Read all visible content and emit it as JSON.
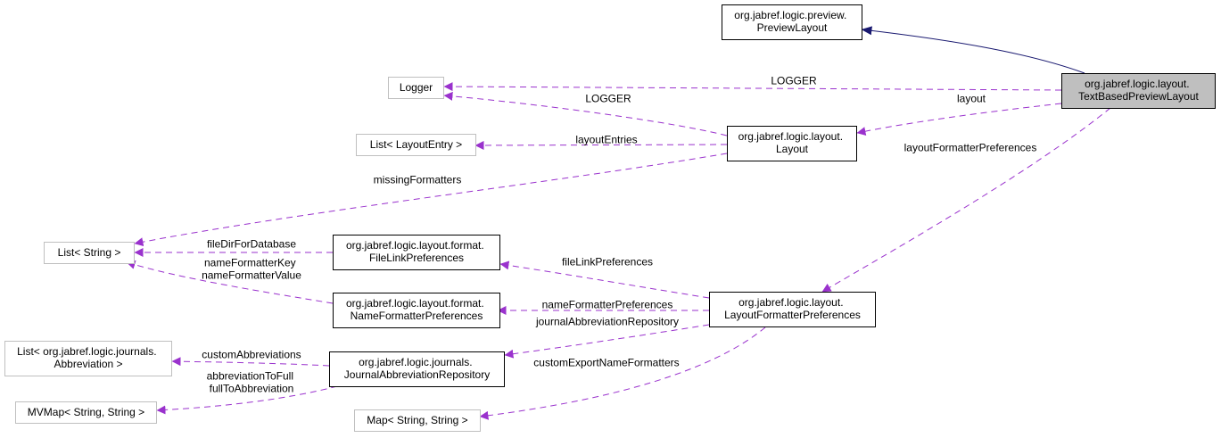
{
  "colors": {
    "dependency": "#9a32cd",
    "inheritance": "#191970",
    "focus_fill": "#bfbfbf",
    "external_border": "#bfbfbf"
  },
  "nodes": {
    "preview_layout": [
      "org.jabref.logic.preview.",
      "PreviewLayout"
    ],
    "text_based_preview_layout": [
      "org.jabref.logic.layout.",
      "TextBasedPreviewLayout"
    ],
    "logger": [
      "Logger"
    ],
    "layout": [
      "org.jabref.logic.layout.",
      "Layout"
    ],
    "list_layout_entry": [
      "List< LayoutEntry >"
    ],
    "list_string": [
      "List< String >"
    ],
    "file_link_preferences": [
      "org.jabref.logic.layout.format.",
      "FileLinkPreferences"
    ],
    "name_formatter_preferences": [
      "org.jabref.logic.layout.format.",
      "NameFormatterPreferences"
    ],
    "layout_formatter_preferences": [
      "org.jabref.logic.layout.",
      "LayoutFormatterPreferences"
    ],
    "list_abbreviation": [
      "List< org.jabref.logic.journals.",
      "Abbreviation >"
    ],
    "journal_abbreviation_repository": [
      "org.jabref.logic.journals.",
      "JournalAbbreviationRepository"
    ],
    "mvmap": [
      "MVMap< String, String >"
    ],
    "map": [
      "Map< String, String >"
    ]
  },
  "edges": {
    "logger_from_tbpl": [
      "LOGGER"
    ],
    "logger_from_layout": [
      "LOGGER"
    ],
    "layout": [
      "layout"
    ],
    "layout_entries": [
      "layoutEntries"
    ],
    "missing_formatters": [
      "missingFormatters"
    ],
    "file_dir_for_database": [
      "fileDirForDatabase"
    ],
    "name_formatter": [
      "nameFormatterKey",
      "nameFormatterValue"
    ],
    "layout_formatter_preferences": [
      "layoutFormatterPreferences"
    ],
    "file_link_preferences": [
      "fileLinkPreferences"
    ],
    "name_formatter_preferences": [
      "nameFormatterPreferences"
    ],
    "journal_abbreviation_repository": [
      "journalAbbreviationRepository"
    ],
    "custom_abbreviations": [
      "customAbbreviations"
    ],
    "abbreviation_maps": [
      "abbreviationToFull",
      "fullToAbbreviation"
    ],
    "custom_export_name_formatters": [
      "customExportNameFormatters"
    ]
  }
}
